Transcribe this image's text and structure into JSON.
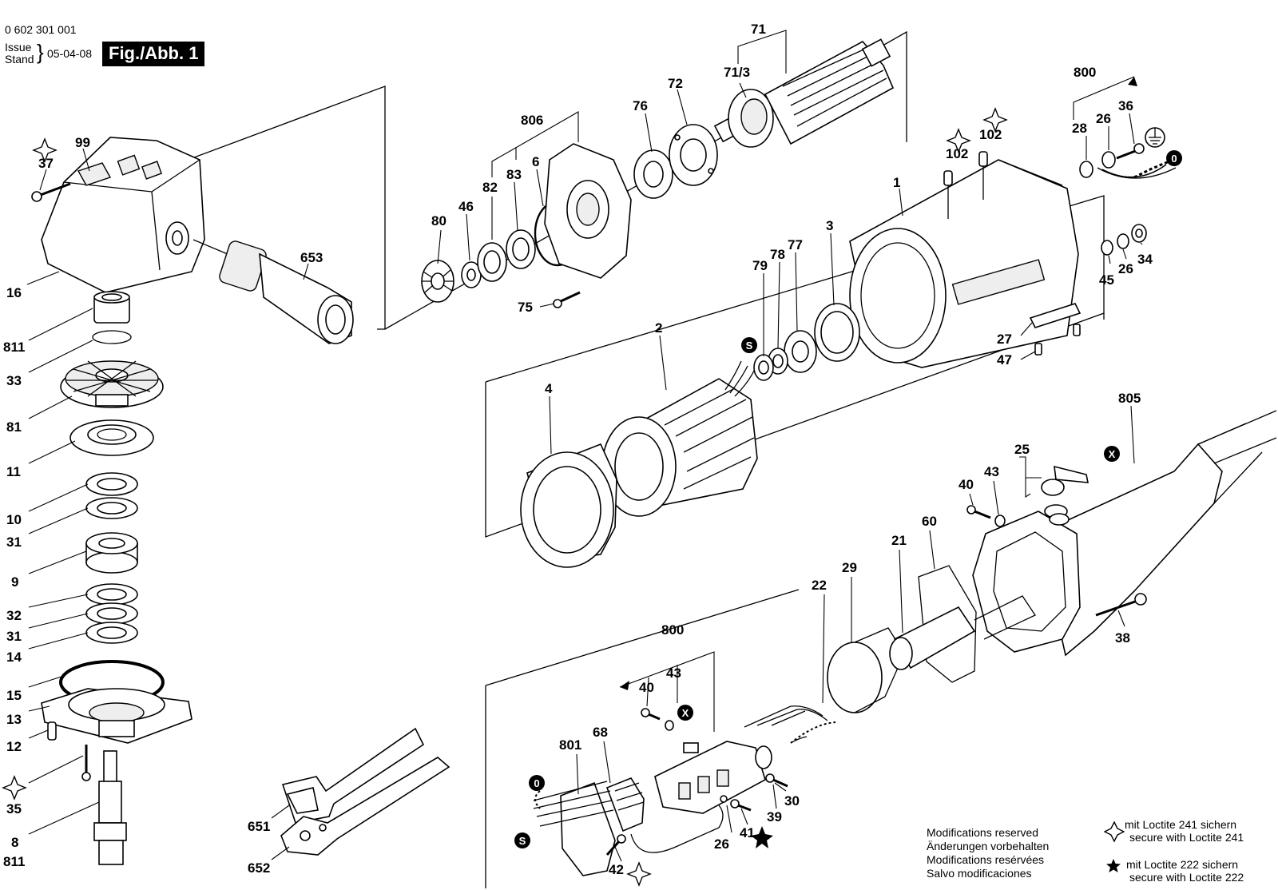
{
  "header": {
    "part_number": "0 602 301 001",
    "issue_label": "Issue",
    "stand_label": "Stand",
    "date": "05-04-08",
    "figure": "Fig./Abb. 1"
  },
  "callouts": [
    "0",
    "S",
    "X",
    "S",
    "X",
    "0"
  ],
  "labels": {
    "l37": "37",
    "l99": "99",
    "l16": "16",
    "l653": "653",
    "l811a": "811",
    "l33": "33",
    "l81": "81",
    "l11": "11",
    "l10": "10",
    "l31a": "31",
    "l9": "9",
    "l32": "32",
    "l31b": "31",
    "l14": "14",
    "l15": "15",
    "l13": "13",
    "l12": "12",
    "l35": "35",
    "l8": "8",
    "l811b": "811",
    "l651": "651",
    "l652": "652",
    "l806": "806",
    "l82": "82",
    "l83": "83",
    "l6": "6",
    "l80": "80",
    "l46": "46",
    "l75": "75",
    "l76": "76",
    "l72": "72",
    "l71": "71",
    "l713": "71/3",
    "l102a": "102",
    "l102b": "102",
    "l1": "1",
    "l800a": "800",
    "l28": "28",
    "l26a": "26",
    "l36": "36",
    "l45": "45",
    "l26b": "26",
    "l34": "34",
    "l3": "3",
    "l77": "77",
    "l78": "78",
    "l79": "79",
    "l27": "27",
    "l47": "47",
    "l2": "2",
    "l4": "4",
    "l805": "805",
    "l25": "25",
    "l40a": "40",
    "l43a": "43",
    "l60": "60",
    "l21": "21",
    "l29": "29",
    "l22": "22",
    "l38": "38",
    "l800b": "800",
    "l40b": "40",
    "l43b": "43",
    "l68": "68",
    "l801": "801",
    "l30": "30",
    "l39": "39",
    "l26c": "26",
    "l41": "41",
    "l42": "42"
  },
  "notes": {
    "line1": "Modifications reserved",
    "line2": "Änderungen vorbehalten",
    "line3": "Modifications resérvées",
    "line4": "Salvo modificaciones"
  },
  "legend": {
    "loctite241_de": "mit Loctite 241 sichern",
    "loctite241_en": "secure with Loctite 241",
    "loctite222_de": "mit Loctite 222 sichern",
    "loctite222_en": "secure with Loctite 222"
  }
}
